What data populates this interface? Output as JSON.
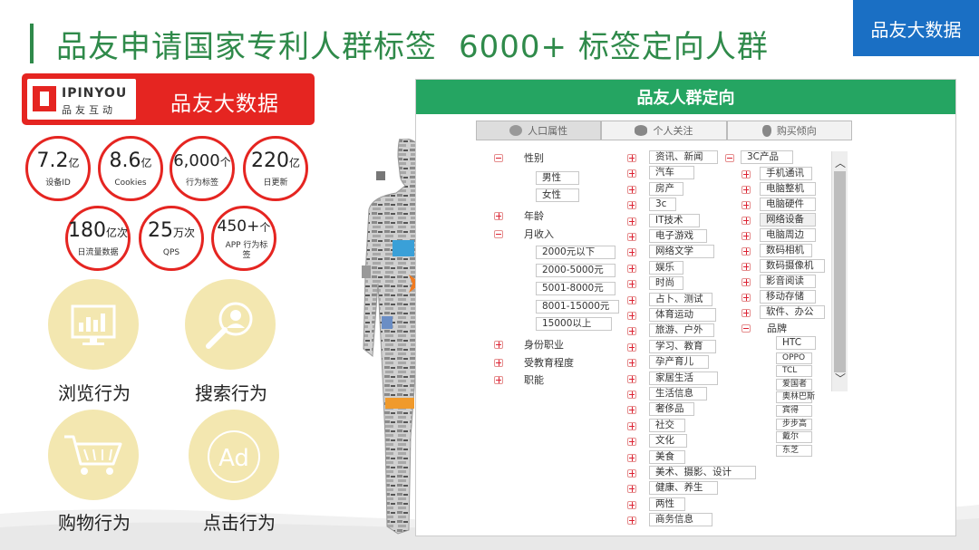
{
  "header": {
    "title_part1": "品友申请国家专利人群标签",
    "title_part2": "6000+ 标签定向人群",
    "corner_badge": "品友大数据"
  },
  "brand": {
    "logo_en": "IPINYOU",
    "logo_cn": "品友互动",
    "name": "品友大数据"
  },
  "stats": [
    {
      "value": "7.2",
      "unit": "亿",
      "label": "设备ID"
    },
    {
      "value": "8.6",
      "unit": "亿",
      "label": "Cookies"
    },
    {
      "value": "6,000",
      "unit": "个",
      "label": "行为标签"
    },
    {
      "value": "220",
      "unit": "亿",
      "label": "日更新"
    },
    {
      "value": "180",
      "unit": "亿次",
      "label": "日流量数据"
    },
    {
      "value": "25",
      "unit": "万次",
      "label": "QPS"
    },
    {
      "value": "450+",
      "unit": "个",
      "label": "APP 行为标签"
    }
  ],
  "behaviors": [
    {
      "label": "浏览行为",
      "icon": "monitor-chart-icon"
    },
    {
      "label": "搜索行为",
      "icon": "magnifier-person-icon"
    },
    {
      "label": "购物行为",
      "icon": "shopping-cart-icon"
    },
    {
      "label": "点击行为",
      "icon": "ad-icon"
    }
  ],
  "panel": {
    "title": "品友人群定向",
    "tabs": [
      {
        "label": "人口属性",
        "icon": "smiley-icon"
      },
      {
        "label": "个人关注",
        "icon": "eye-icon"
      },
      {
        "label": "购买倾向",
        "icon": "money-bag-icon"
      }
    ],
    "demographics": {
      "gender": "性别",
      "gender_options": [
        "男性",
        "女性"
      ],
      "age": "年龄",
      "income": "月收入",
      "income_options": [
        "2000元以下",
        "2000-5000元",
        "5001-8000元",
        "8001-15000元",
        "15000以上"
      ],
      "occupation": "身份职业",
      "education": "受教育程度",
      "job": "职能"
    },
    "interests": [
      "资讯、新闻",
      "汽车",
      "房产",
      "3c",
      "IT技术",
      "电子游戏",
      "网络文学",
      "娱乐",
      "时尚",
      "占卜、测试",
      "体育运动",
      "旅游、户外",
      "学习、教育",
      "孕产育儿",
      "家居生活",
      "生活信息",
      "奢侈品",
      "社交",
      "文化",
      "美食",
      "美术、摄影、设计",
      "健康、养生",
      "两性",
      "商务信息"
    ],
    "category": {
      "root": "3C产品",
      "children": [
        "手机通讯",
        "电脑整机",
        "电脑硬件",
        "网络设备",
        "电脑周边",
        "数码相机",
        "数码摄像机",
        "影音阅读",
        "移动存储",
        "软件、办公"
      ],
      "brand_label": "品牌",
      "brands": [
        "HTC",
        "OPPO",
        "TCL",
        "爱国者",
        "奥林巴斯",
        "宾得",
        "步步高",
        "戴尔",
        "东芝"
      ]
    }
  },
  "colors": {
    "brand_red": "#e52521",
    "title_green": "#2f8a4a",
    "panel_green": "#25a562",
    "badge_blue": "#1a6fc4",
    "behavior_yellow": "#f3e7b0"
  }
}
